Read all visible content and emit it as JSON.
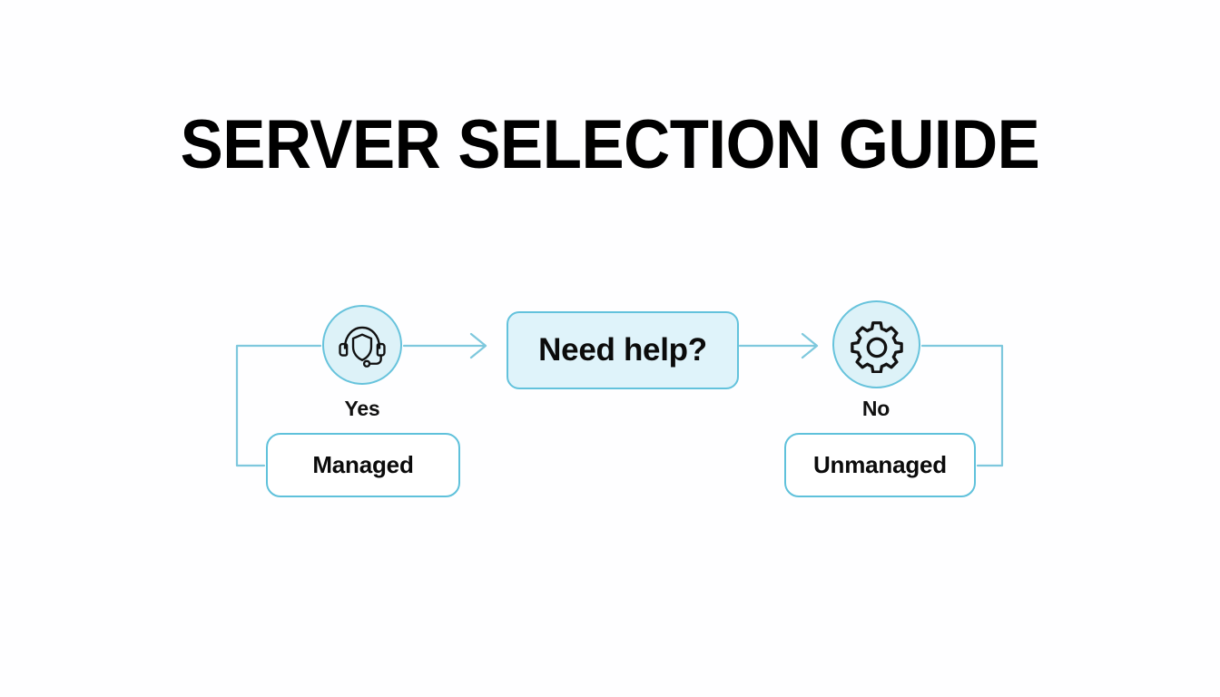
{
  "page": {
    "title": "SERVER SELECTION GUIDE",
    "background_color": "#fefeff"
  },
  "theme": {
    "accent": "#5fc1db",
    "accent_fill_light": "#ddf2f8",
    "accent_fill_box": "#dff3fa",
    "wire_color": "#7ec8dd",
    "text_color": "#0b0b0b"
  },
  "flowchart": {
    "type": "decision-flow",
    "decision": {
      "label": "Need help?",
      "fill": "#dff3fa",
      "border": "#63c2dc"
    },
    "branches": [
      {
        "side": "left",
        "answer": "Yes",
        "icon": "headset-support-icon",
        "outcome": "Managed"
      },
      {
        "side": "right",
        "answer": "No",
        "icon": "gear-icon",
        "outcome": "Unmanaged"
      }
    ]
  }
}
